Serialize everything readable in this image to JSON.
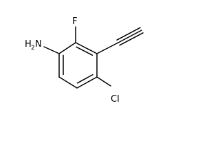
{
  "structure": {
    "atoms": {
      "amine_n": "N",
      "amine_h": "H",
      "amine_h_count": "2",
      "fluorine": "F",
      "chlorine": "Cl"
    },
    "colors": {
      "bond": "#000000",
      "label": "#000000",
      "background": "#ffffff"
    }
  }
}
